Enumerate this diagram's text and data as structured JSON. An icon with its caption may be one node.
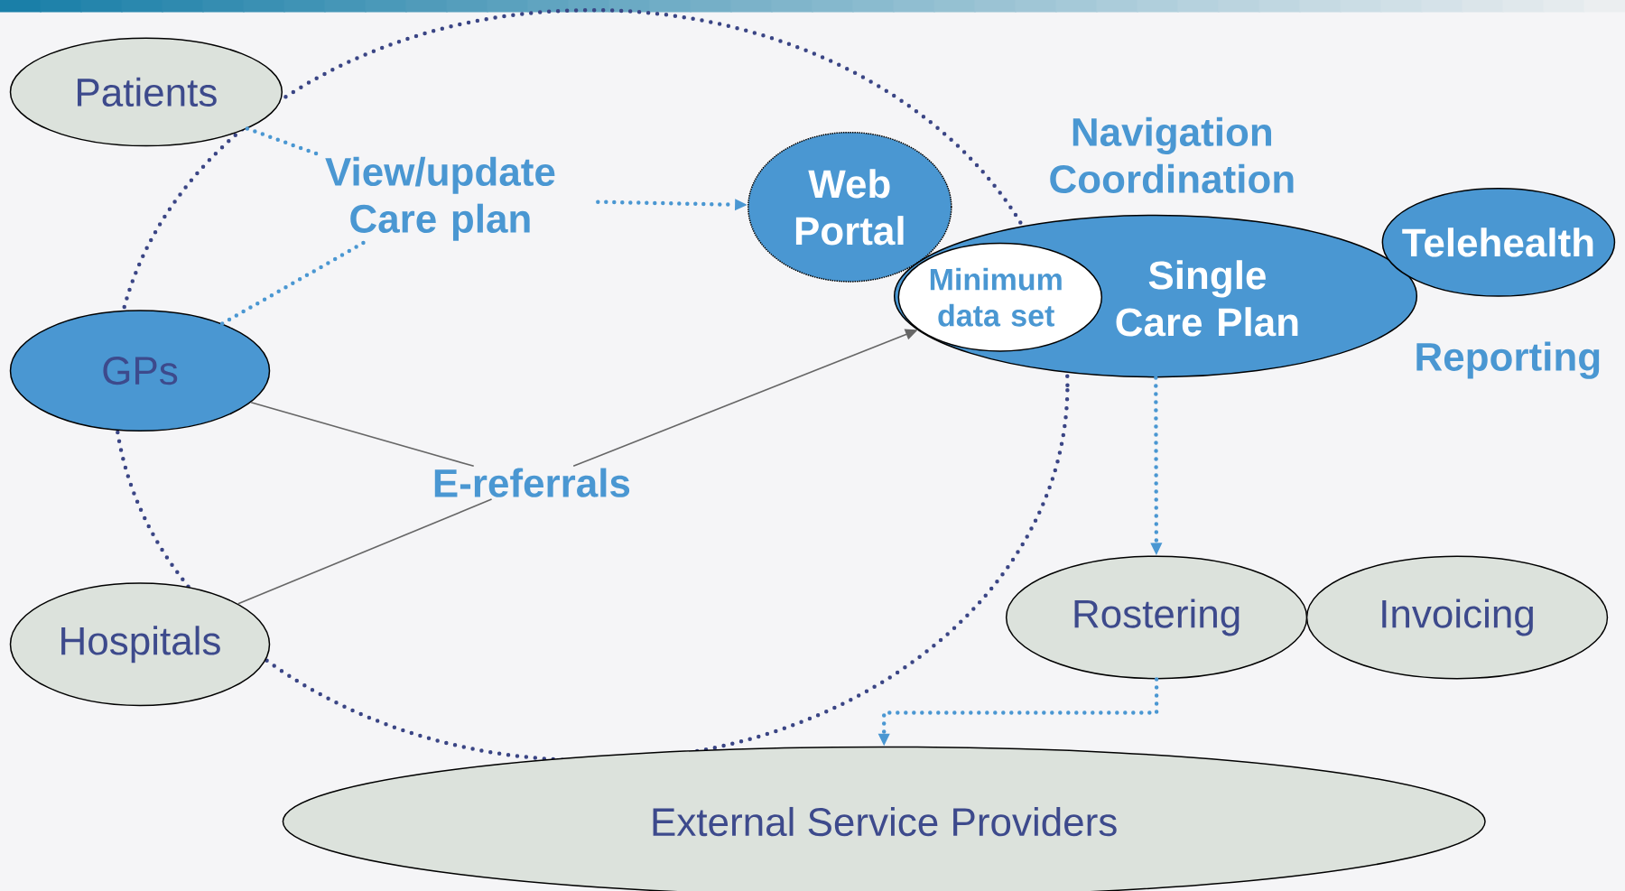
{
  "diagram": {
    "nodes": [
      {
        "text": [
          "Patients"
        ]
      },
      {
        "text": [
          "View/update Care plan"
        ]
      },
      {
        "text": [
          "Web Portal"
        ]
      },
      {
        "text": [
          "Single Care Plan"
        ]
      },
      {
        "text": [
          "Minimum data set"
        ],
        "in": 3
      },
      {
        "text": [
          "Telehealth"
        ]
      },
      {
        "text": [
          "GPs"
        ]
      },
      {
        "text": [
          "E-referrals"
        ]
      },
      {
        "text": [
          "Hospitals"
        ]
      },
      {
        "text": [
          "Rostering"
        ]
      },
      {
        "text": [
          "Invoicing"
        ]
      },
      {
        "text": [
          "External Service Providers"
        ]
      }
    ],
    "edges": [
      {
        "from": 0,
        "to": 1,
        "arrow": "none",
        "style": "dashed"
      },
      {
        "from": 6,
        "to": 1,
        "arrow": "none",
        "style": "dashed"
      },
      {
        "from": 1,
        "to": 2,
        "arrow": "to",
        "style": "dashed"
      },
      {
        "from": 6,
        "to": 7,
        "arrow": "none",
        "color": "#666666"
      },
      {
        "from": 8,
        "to": 7,
        "arrow": "none",
        "color": "#666666"
      },
      {
        "from": 7,
        "to": 4,
        "arrow": "to",
        "color": "#666666"
      },
      {
        "from": 3,
        "to": 9,
        "arrow": "to",
        "style": "dashed"
      },
      {
        "from": 9,
        "to": 11,
        "arrow": "to",
        "style": "dashed"
      }
    ],
    "labels": [
      "Navigation Coordination",
      "Reporting"
    ]
  }
}
